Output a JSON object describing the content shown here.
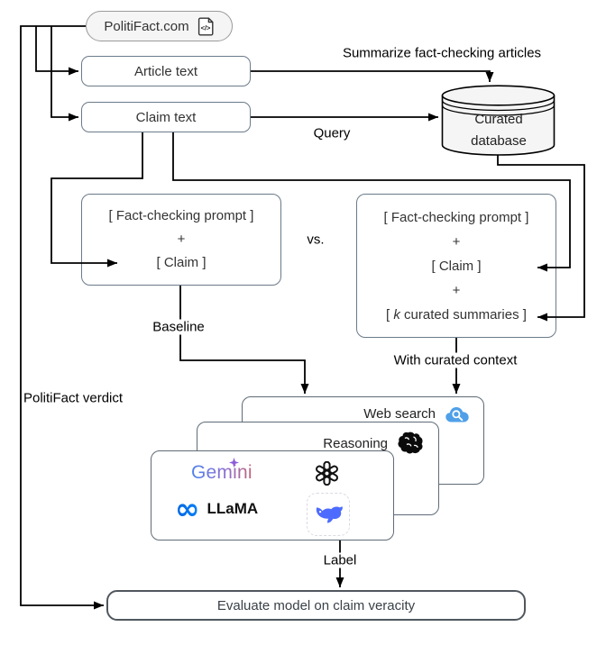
{
  "diagram": {
    "politifact": "PolitiFact.com",
    "code_glyph": "</>",
    "article": "Article text",
    "claim": "Claim text",
    "database": "Curated\ndatabase",
    "labels": {
      "summarize": "Summarize fact-checking articles",
      "query": "Query",
      "vs": "vs.",
      "baseline": "Baseline",
      "with_context": "With curated context",
      "verdict": "PolitiFact verdict",
      "label": "Label"
    },
    "baseline_prompt": [
      "[ Fact-checking prompt ]",
      "+",
      "[ Claim ]"
    ],
    "curated_prompt": {
      "line1": "[ Fact-checking prompt ]",
      "plus1": "+",
      "line2": "[ Claim ]",
      "plus2": "+",
      "summaries_open": "[ ",
      "summaries_k": "k",
      "summaries_rest": " curated summaries ]"
    },
    "stack": {
      "web_search": "Web search",
      "reasoning": "Reasoning",
      "gemini": "Gemini",
      "llama": "LLaMA"
    },
    "evaluate": "Evaluate model on claim veracity",
    "icons": {
      "code_doc": "code-document-icon",
      "web_search": "cloud-search-icon",
      "reasoning": "brain-icon",
      "openai": "openai-logo-icon",
      "meta": "meta-logo-icon",
      "deepseek": "deepseek-whale-icon",
      "gemini_spark": "gemini-sparkle-icon"
    },
    "colors": {
      "box_border": "#6b7a8a",
      "fill_gray": "#f5f5f5",
      "line": "#000000",
      "cloud_blue": "#4FA0E8",
      "meta_blue": "#0082FB",
      "deepseek_blue": "#4D6BFE",
      "gemini_blue": "#4E82EE",
      "gemini_purple": "#8A6FD3",
      "gemini_red": "#C56679"
    }
  }
}
